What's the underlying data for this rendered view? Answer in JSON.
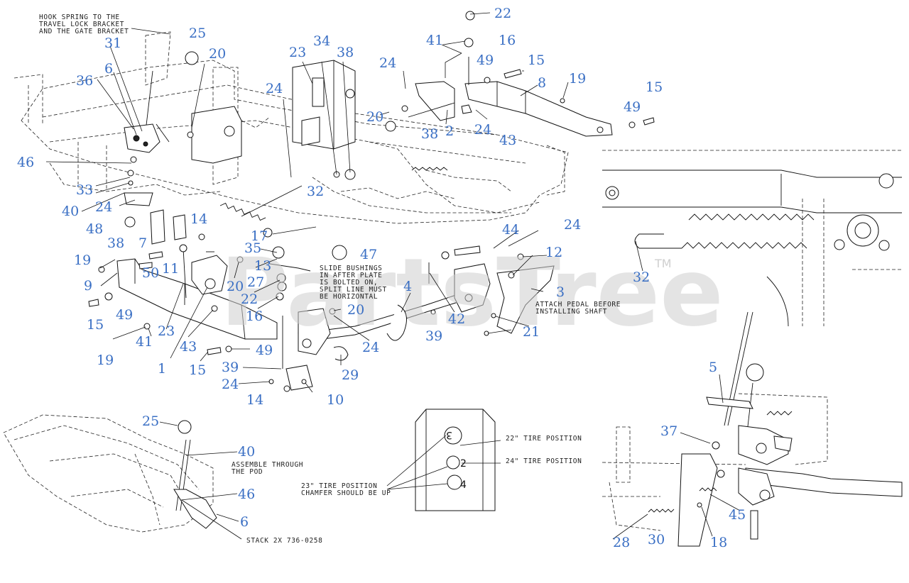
{
  "watermark": {
    "text": "PartsTree",
    "tm": "TM"
  },
  "notes": {
    "hook_spring_1": "HOOK SPRING TO THE",
    "hook_spring_2": "TRAVEL LOCK BRACKET",
    "hook_spring_3": "AND THE GATE BRACKET",
    "slide_1": "SLIDE BUSHINGS",
    "slide_2": "IN AFTER PLATE",
    "slide_3": "IS BOLTED ON,",
    "slide_4": "SPLIT LINE MUST",
    "slide_5": "BE HORIZONTAL",
    "attach_1": "ATTACH PEDAL BEFORE",
    "attach_2": "INSTALLING SHAFT",
    "assemble_1": "ASSEMBLE THROUGH",
    "assemble_2": "THE POD",
    "stack": "STACK 2X 736-0258",
    "tire22": "22\" TIRE POSITION",
    "tire24": "24\" TIRE POSITION",
    "tire23_1": "23\" TIRE POSITION",
    "tire23_2": "CHAMFER SHOULD BE UP"
  },
  "plate_digits": [
    "3",
    "2",
    "4"
  ],
  "callouts": [
    {
      "id": "c22a",
      "text": "22"
    },
    {
      "id": "c16a",
      "text": "16"
    },
    {
      "id": "c41a",
      "text": "41"
    },
    {
      "id": "c49a",
      "text": "49"
    },
    {
      "id": "c15a",
      "text": "15"
    },
    {
      "id": "c8",
      "text": "8"
    },
    {
      "id": "c19a",
      "text": "19"
    },
    {
      "id": "c15b",
      "text": "15"
    },
    {
      "id": "c49b",
      "text": "49"
    },
    {
      "id": "c24a",
      "text": "24"
    },
    {
      "id": "c20a",
      "text": "20"
    },
    {
      "id": "c38a",
      "text": "38"
    },
    {
      "id": "c2",
      "text": "2"
    },
    {
      "id": "c24b",
      "text": "24"
    },
    {
      "id": "c43a",
      "text": "43"
    },
    {
      "id": "c25a",
      "text": "25"
    },
    {
      "id": "c31",
      "text": "31"
    },
    {
      "id": "c20b",
      "text": "20"
    },
    {
      "id": "c23a",
      "text": "23"
    },
    {
      "id": "c34",
      "text": "34"
    },
    {
      "id": "c38b",
      "text": "38"
    },
    {
      "id": "c36",
      "text": "36"
    },
    {
      "id": "c6a",
      "text": "6"
    },
    {
      "id": "c24c",
      "text": "24"
    },
    {
      "id": "c46a",
      "text": "46"
    },
    {
      "id": "c33",
      "text": "33"
    },
    {
      "id": "c40a",
      "text": "40"
    },
    {
      "id": "c24d",
      "text": "24"
    },
    {
      "id": "c32a",
      "text": "32"
    },
    {
      "id": "c48",
      "text": "48"
    },
    {
      "id": "c38c",
      "text": "38"
    },
    {
      "id": "c7",
      "text": "7"
    },
    {
      "id": "c14a",
      "text": "14"
    },
    {
      "id": "c17",
      "text": "17"
    },
    {
      "id": "c35",
      "text": "35"
    },
    {
      "id": "c47",
      "text": "47"
    },
    {
      "id": "c44",
      "text": "44"
    },
    {
      "id": "c24e",
      "text": "24"
    },
    {
      "id": "c12",
      "text": "12"
    },
    {
      "id": "c32b",
      "text": "32"
    },
    {
      "id": "c19b",
      "text": "19"
    },
    {
      "id": "c50",
      "text": "50"
    },
    {
      "id": "c11",
      "text": "11"
    },
    {
      "id": "c13",
      "text": "13"
    },
    {
      "id": "c9",
      "text": "9"
    },
    {
      "id": "c27",
      "text": "27"
    },
    {
      "id": "c20c",
      "text": "20"
    },
    {
      "id": "c22b",
      "text": "22"
    },
    {
      "id": "c4",
      "text": "4"
    },
    {
      "id": "c3",
      "text": "3"
    },
    {
      "id": "c16b",
      "text": "16"
    },
    {
      "id": "c20d",
      "text": "20"
    },
    {
      "id": "c42",
      "text": "42"
    },
    {
      "id": "c49c",
      "text": "49"
    },
    {
      "id": "c15c",
      "text": "15"
    },
    {
      "id": "c23b",
      "text": "23"
    },
    {
      "id": "c39a",
      "text": "39"
    },
    {
      "id": "c21",
      "text": "21"
    },
    {
      "id": "c41b",
      "text": "41"
    },
    {
      "id": "c43b",
      "text": "43"
    },
    {
      "id": "c24f",
      "text": "24"
    },
    {
      "id": "c19c",
      "text": "19"
    },
    {
      "id": "c1",
      "text": "1"
    },
    {
      "id": "c49d",
      "text": "49"
    },
    {
      "id": "c15d",
      "text": "15"
    },
    {
      "id": "c39b",
      "text": "39"
    },
    {
      "id": "c29",
      "text": "29"
    },
    {
      "id": "c24g",
      "text": "24"
    },
    {
      "id": "c14b",
      "text": "14"
    },
    {
      "id": "c10",
      "text": "10"
    },
    {
      "id": "c5",
      "text": "5"
    },
    {
      "id": "c37",
      "text": "37"
    },
    {
      "id": "c45",
      "text": "45"
    },
    {
      "id": "c28",
      "text": "28"
    },
    {
      "id": "c30",
      "text": "30"
    },
    {
      "id": "c18",
      "text": "18"
    },
    {
      "id": "c25b",
      "text": "25"
    },
    {
      "id": "c40b",
      "text": "40"
    },
    {
      "id": "c46b",
      "text": "46"
    },
    {
      "id": "c6b",
      "text": "6"
    }
  ]
}
